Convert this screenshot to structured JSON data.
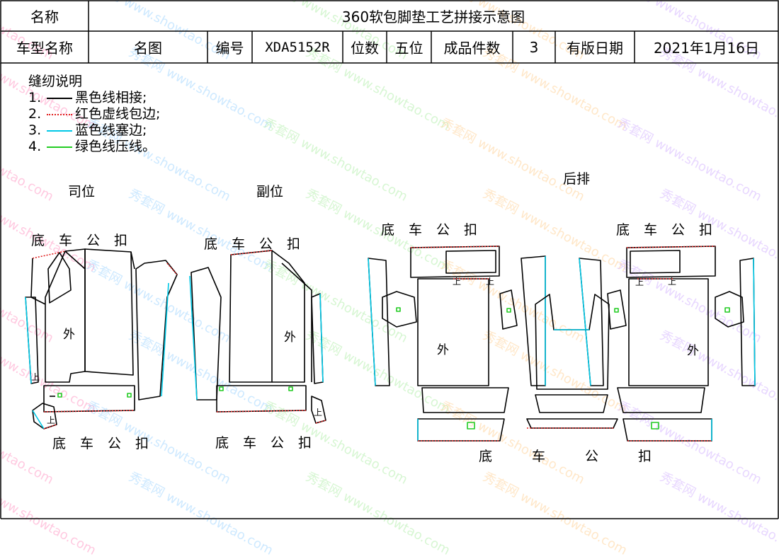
{
  "header": {
    "name_label": "名称",
    "title": "360软包脚垫工艺拼接示意图",
    "model_label": "车型名称",
    "diagram_label": "名图",
    "code_label": "编号",
    "code_value": "XDA5152R",
    "seats_label": "位数",
    "seats_value": "五位",
    "count_label": "成品件数",
    "count_value": "3",
    "date_label": "有版日期",
    "date_value": "2021年1月16日"
  },
  "notes": {
    "title": "缝纫说明",
    "items": [
      {
        "num": "1.",
        "text": "黑色线相接;",
        "color": "#000000",
        "style": "solid"
      },
      {
        "num": "2.",
        "text": "红色虚线包边;",
        "color": "#e02020",
        "style": "dotted"
      },
      {
        "num": "3.",
        "text": "蓝色线塞边;",
        "color": "#00c8e6",
        "style": "solid"
      },
      {
        "num": "4.",
        "text": "绿色线压线。",
        "color": "#22cc22",
        "style": "solid"
      }
    ]
  },
  "sections": {
    "driver": "司位",
    "passenger": "副位",
    "rear": "后排"
  },
  "labels": {
    "clip": "底车公扣",
    "outside": "外",
    "up": "上"
  },
  "watermark": {
    "cn": "秀套网",
    "url": "www.showtao.com"
  },
  "colors": {
    "black_line": "#000000",
    "red_dotted": "#e02020",
    "blue_line": "#00c8e6",
    "green_line": "#22cc22"
  }
}
